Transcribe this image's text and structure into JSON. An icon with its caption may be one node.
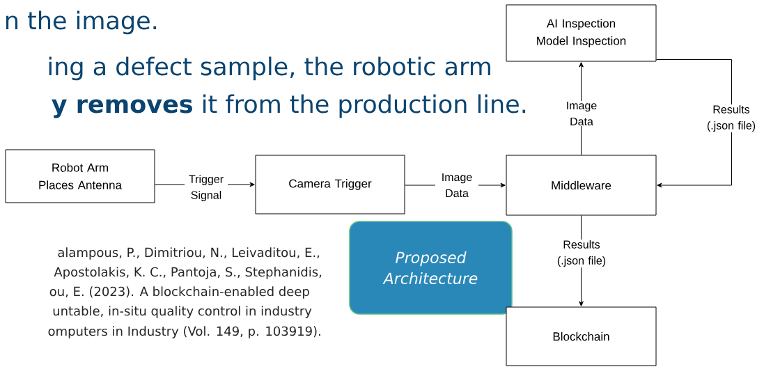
{
  "diagram": {
    "nodes": [
      {
        "text": [
          "AI Inspection Model Inspection"
        ]
      },
      {
        "text": [
          "Robot Arm Places Antenna"
        ]
      },
      {
        "text": [
          "Camera Trigger"
        ]
      },
      {
        "text": [
          "Middleware"
        ]
      },
      {
        "text": [
          "Proposed Architecture"
        ]
      },
      {
        "text": [
          "Blockchain"
        ]
      }
    ],
    "edges": [
      {
        "from": 1,
        "to": 2,
        "arrow": "to",
        "label": "Trigger Signal"
      },
      {
        "from": 2,
        "to": 3,
        "arrow": "to",
        "label": "Image Data"
      },
      {
        "from": 3,
        "to": 0,
        "arrow": "to",
        "label": "Image Data"
      },
      {
        "from": 0,
        "to": 3,
        "arrow": "to",
        "label": "Results (.json file)"
      },
      {
        "from": 3,
        "to": 5,
        "arrow": "to",
        "label": "Results (.json file)"
      }
    ],
    "labels": [
      "n the image.",
      "ing a defect sample, the robotic arm",
      "**y removes** it from the production line.",
      "alampous, P., Dimitriou, N., Leivaditou, E.,",
      "Apostolakis, K. C., Pantoja, S., Stephanidis,",
      "ou, E. (2023). A blockchain-enabled deep",
      "untable, in-situ quality control in industry",
      "omputers in Industry (Vol. 149, p. 103919)."
    ]
  }
}
